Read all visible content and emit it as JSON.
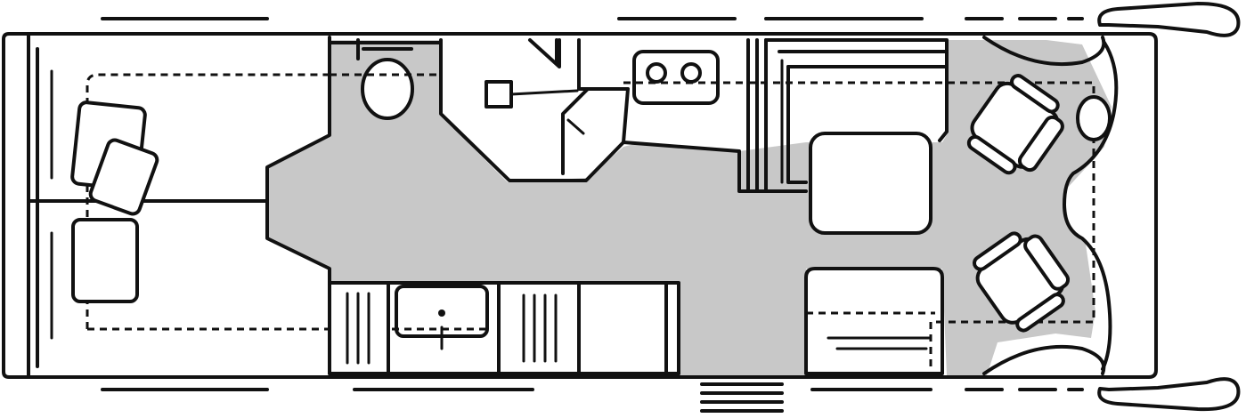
{
  "diagram": {
    "kind": "motorhome-floor-plan",
    "colors": {
      "outline": "#111111",
      "floor": "#c8c8c8",
      "background": "#ffffff"
    },
    "icons": [
      "bed",
      "pillow-icon",
      "toilet-icon",
      "shower-icon",
      "hob-icon",
      "sink-icon",
      "fridge-icon",
      "table",
      "seat-icon",
      "steering-wheel-icon",
      "mirror-icon",
      "entrance-step-icon"
    ]
  }
}
